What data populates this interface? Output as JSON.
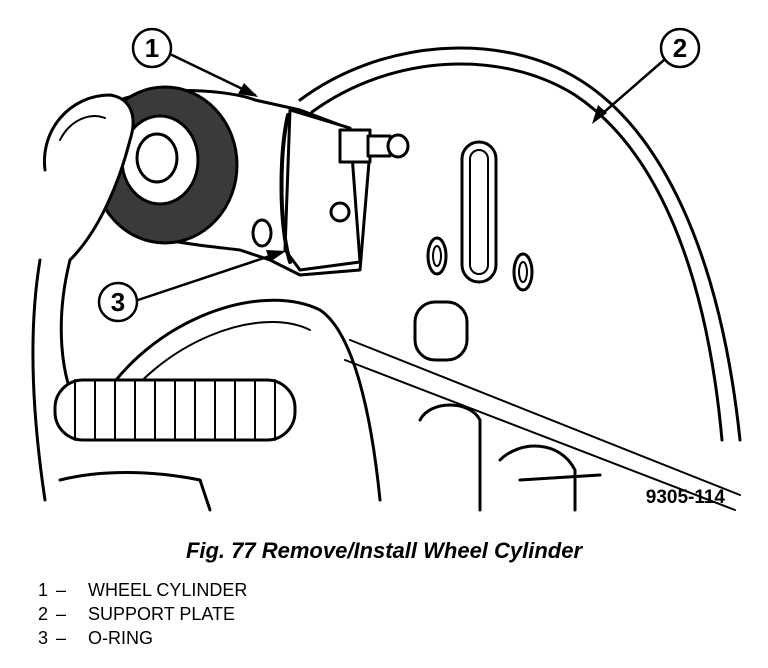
{
  "figure": {
    "id_label": "9305-114",
    "callouts": [
      "1",
      "2",
      "3"
    ]
  },
  "caption": "Fig. 77 Remove/Install Wheel Cylinder",
  "legend": [
    {
      "num": "1",
      "dash": "–",
      "label": "WHEEL CYLINDER"
    },
    {
      "num": "2",
      "dash": "–",
      "label": "SUPPORT PLATE"
    },
    {
      "num": "3",
      "dash": "–",
      "label": "O-RING"
    }
  ]
}
